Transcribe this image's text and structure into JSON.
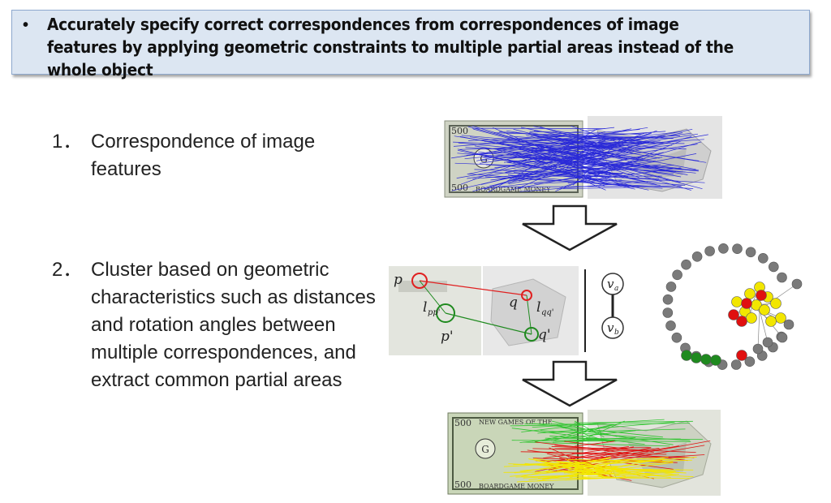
{
  "header": {
    "bullet": "•",
    "text": "Accurately specify correct correspondences from correspondences of image features by applying geometric constraints to multiple partial areas instead of the whole object"
  },
  "steps": [
    {
      "number": "1．",
      "text": "Correspondence of image features"
    },
    {
      "number": "2．",
      "text": "Cluster based on geometric characteristics such as distances and rotation angles between multiple correspondences, and extract common partial areas"
    }
  ],
  "graph_labels": {
    "va": "v",
    "va_sub": "a",
    "vb": "v",
    "vb_sub": "b"
  },
  "geometry_labels": {
    "p": "p",
    "p_prime": "p'",
    "q": "q",
    "q_prime": "q'",
    "l_pp": "l",
    "l_pp_sub": "pp'",
    "l_qq": "l",
    "l_qq_sub": "qq'"
  },
  "banknote_labels": {
    "value": "500",
    "top_text": "NEW GAMES OF THE",
    "bottom_text": "BOARDGAME MONEY",
    "seal": "G"
  },
  "colors": {
    "header_bg": "#dce6f2",
    "header_border": "#8ea9cf",
    "match_blue": "#2a2ad8",
    "cluster_green": "#1f8a1f",
    "cluster_red": "#e01010",
    "cluster_yellow": "#f2e600",
    "node_gray": "#7a7a7a"
  }
}
